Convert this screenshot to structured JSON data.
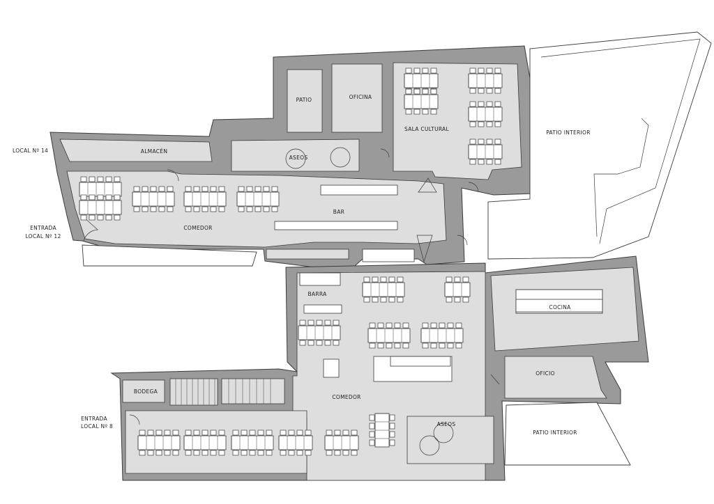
{
  "plan": {
    "colors": {
      "wall": "#9a9a9a",
      "floor": "#dedede",
      "line": "#3a3a3a",
      "outdoor": "#ffffff"
    },
    "labels": {
      "patio": "PATIO",
      "oficina": "OFICINA",
      "sala_cultural": "SALA CULTURAL",
      "patio_interior_top": "PATIO INTERIOR",
      "local_14": "LOCAL Nº 14",
      "almacen": "ALMACÉN",
      "aseos_top": "ASEOS",
      "bar": "BAR",
      "comedor_top": "COMEDOR",
      "entrada_12_line1": "ENTRADA",
      "entrada_12_line2": "LOCAL Nº 12",
      "barra": "BARRA",
      "cocina": "COCINA",
      "oficio": "OFICIO",
      "bodega": "BODEGA",
      "comedor_bottom": "COMEDOR",
      "entrada_8_line1": "ENTRADA",
      "entrada_8_line2": "LOCAL Nº 8",
      "aseos_bottom": "ASEOS",
      "patio_interior_bottom": "PATIO INTERIOR"
    }
  }
}
